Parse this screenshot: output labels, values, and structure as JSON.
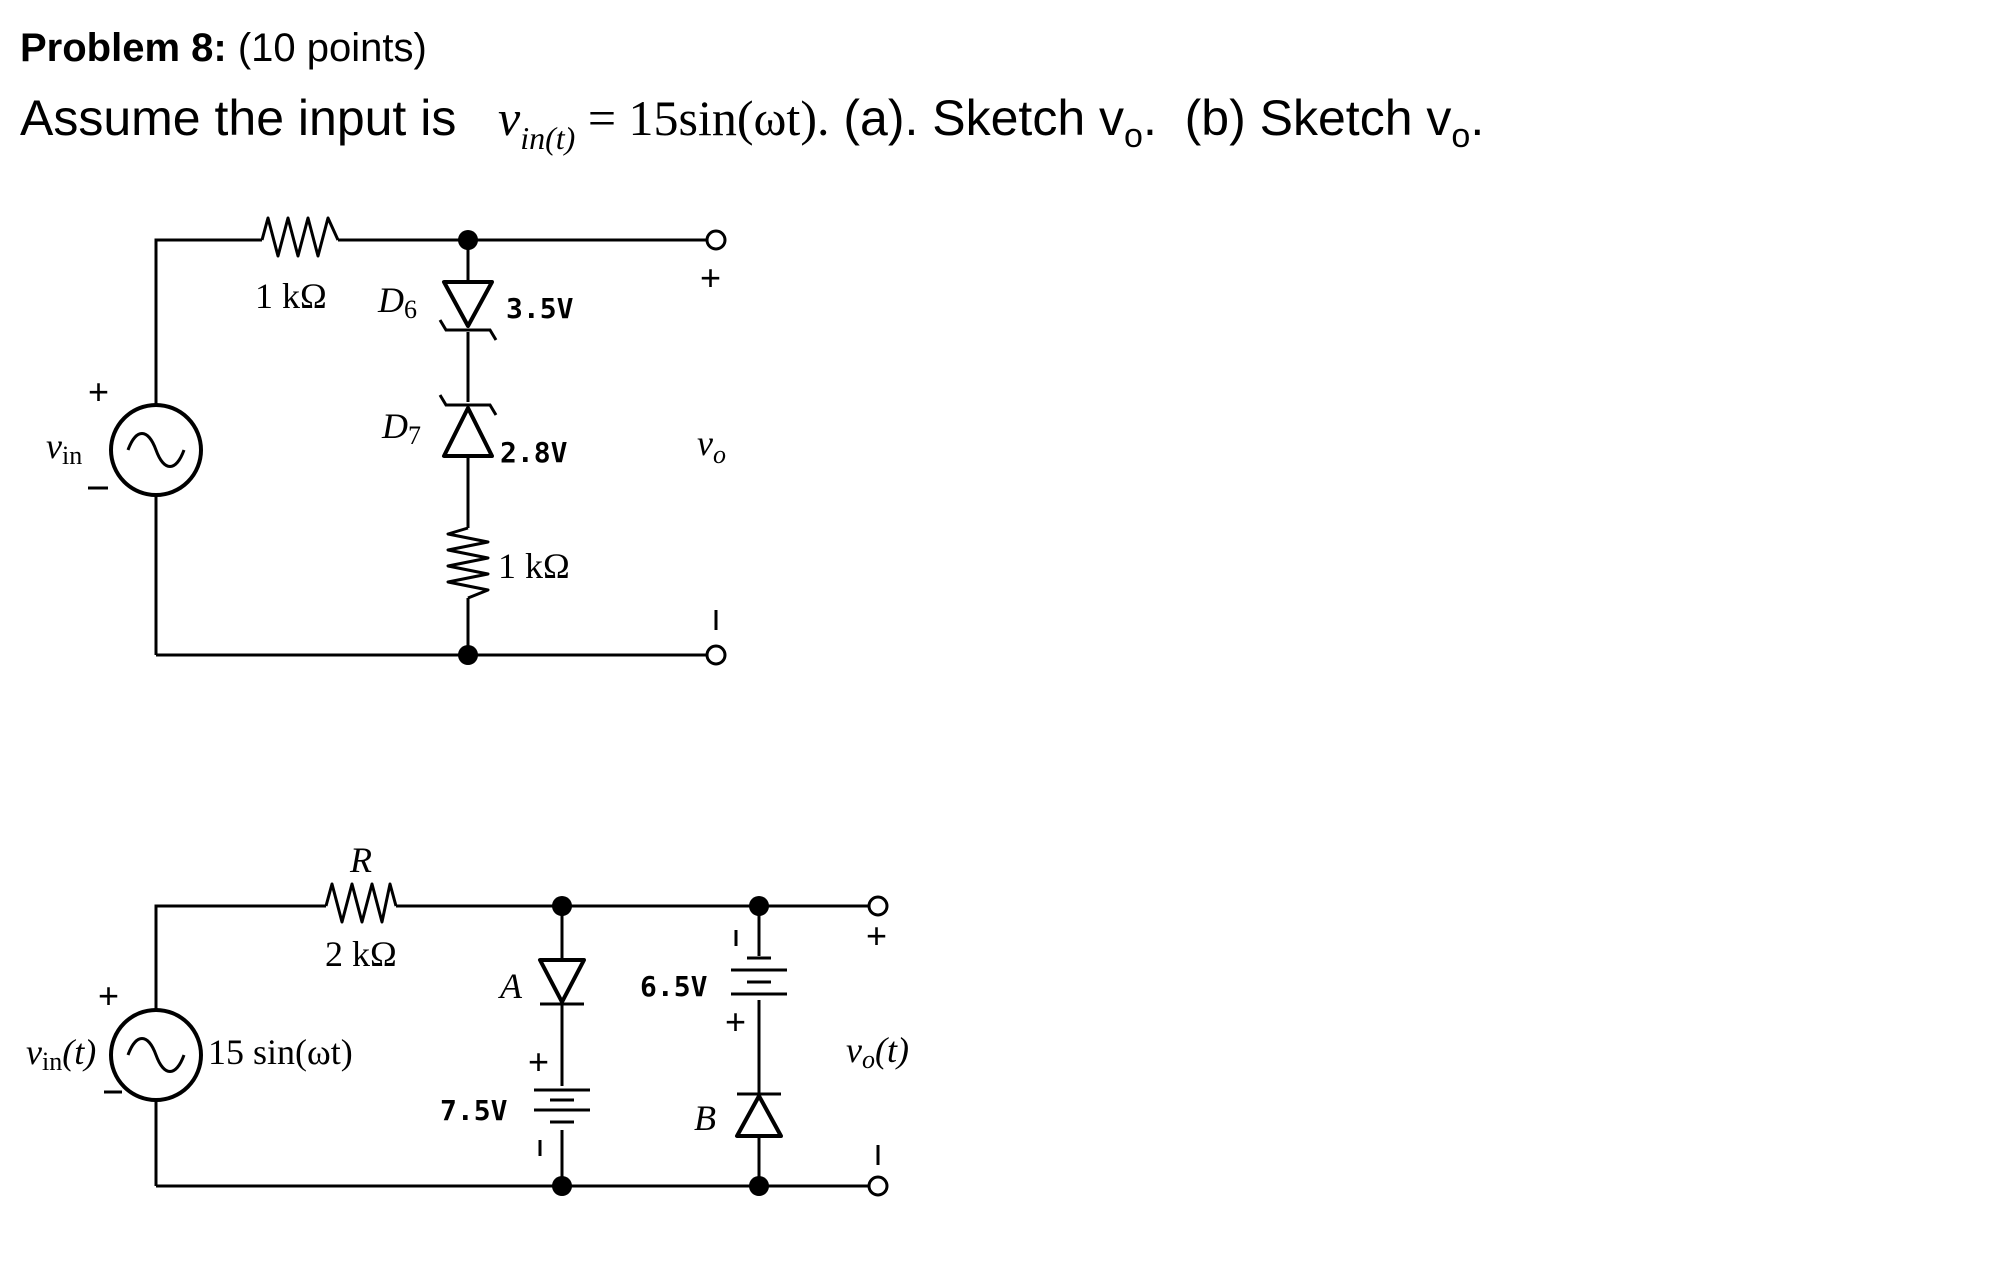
{
  "header": {
    "problem_label": "Problem 8:",
    "points": "(10 points)",
    "assume_text": "Assume the input is",
    "vin_var": "v",
    "vin_sub": "in(t)",
    "equation_rhs": "= 15sin(ωt).",
    "part_a": "(a). Sketch v",
    "part_b": "(b) Sketch v",
    "vo_sub": "o",
    "period": "."
  },
  "circuit_a": {
    "r1_label": "1 kΩ",
    "d6_label": "D",
    "d6_sub": "6",
    "d6_voltage": "3.5V",
    "d7_label": "D",
    "d7_sub": "7",
    "d7_voltage": "2.8V",
    "r2_label": "1 kΩ",
    "source_label": "v",
    "source_sub": "in",
    "output_label": "v",
    "output_sub": "o",
    "plus": "+",
    "minus": "−"
  },
  "circuit_b": {
    "r_name": "R",
    "r_label": "2 kΩ",
    "source_label": "v",
    "source_sub": "in",
    "source_arg": "(t)",
    "source_value": "15 sin(ωt)",
    "diode_a": "A",
    "diode_b": "B",
    "battery1_voltage": "7.5V",
    "battery2_voltage": "6.5V",
    "output_label": "v",
    "output_sub": "o",
    "output_arg": "(t)",
    "plus": "+",
    "minus": "−"
  }
}
